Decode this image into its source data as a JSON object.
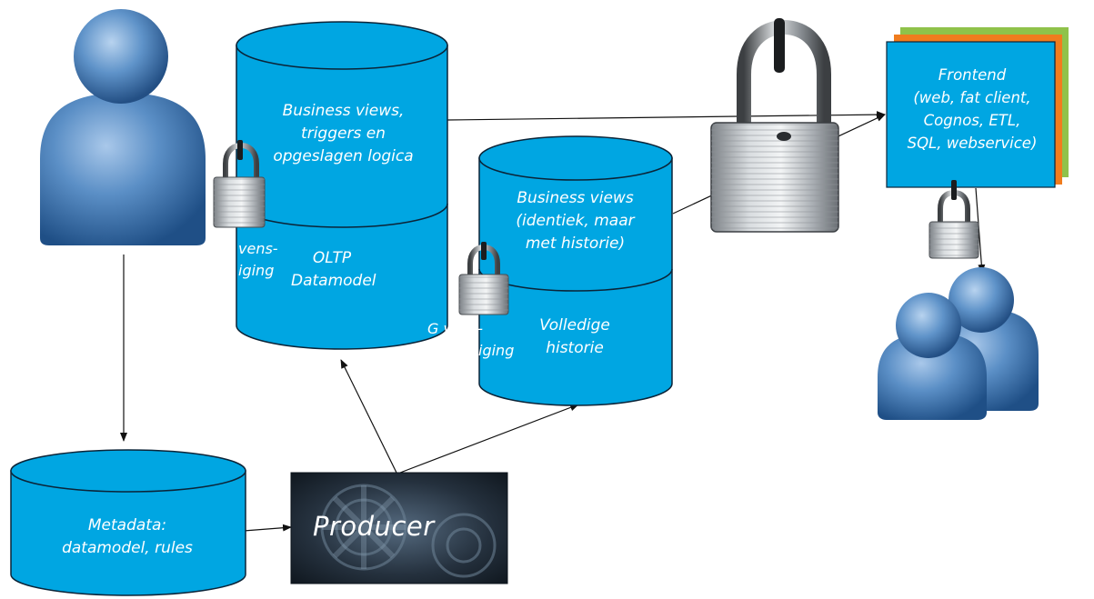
{
  "nodes": {
    "oltp_top": [
      "Business views,",
      "triggers en",
      "opgeslagen logica"
    ],
    "oltp_bottom": [
      "OLTP",
      "Datamodel"
    ],
    "hist_top": [
      "Business views",
      "(identiek, maar",
      "met historie)"
    ],
    "hist_bottom": [
      "Volledige",
      "historie"
    ],
    "metadata": [
      "Metadata:",
      "datamodel, rules"
    ],
    "producer": "Producer",
    "frontend": [
      "Frontend",
      "(web, fat client,",
      "Cognos, ETL,",
      "SQL, webservice)"
    ]
  },
  "fragments": {
    "oltp_side": [
      "vens-",
      "iging"
    ],
    "hist_side": [
      "G     vens-",
      "iging"
    ]
  },
  "colors": {
    "cylinder": "#00a6e2",
    "cylinder_edge": "#0b2438",
    "person": "#4f84bc",
    "frontend_front": "#00a6e2",
    "frontend_back1": "#f07c1e",
    "frontend_back2": "#8fc24a",
    "producer_bg": "#2a3848"
  },
  "icons": [
    "person-icon",
    "users-icon",
    "padlock-icon",
    "gear-image"
  ]
}
